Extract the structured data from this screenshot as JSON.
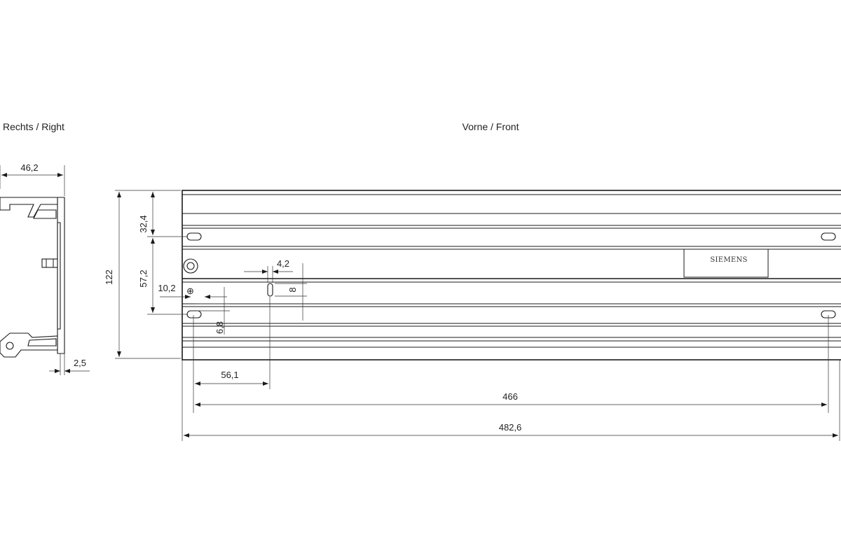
{
  "views": {
    "right_label": "Rechts / Right",
    "front_label": "Vorne / Front"
  },
  "dimensions": {
    "side_width": "46,2",
    "side_thickness": "2,5",
    "total_height": "122",
    "slot_top_offset": "32,4",
    "slot_spacing": "57,2",
    "slot_width": "4,2",
    "slot_length": "8",
    "ground_offset": "10,2",
    "hole_height": "6,8",
    "slot_x_offset": "56,1",
    "hole_spacing": "466",
    "total_width": "482,6"
  },
  "front": {
    "brand": "SIEMENS",
    "ground_symbol": "⊕"
  }
}
